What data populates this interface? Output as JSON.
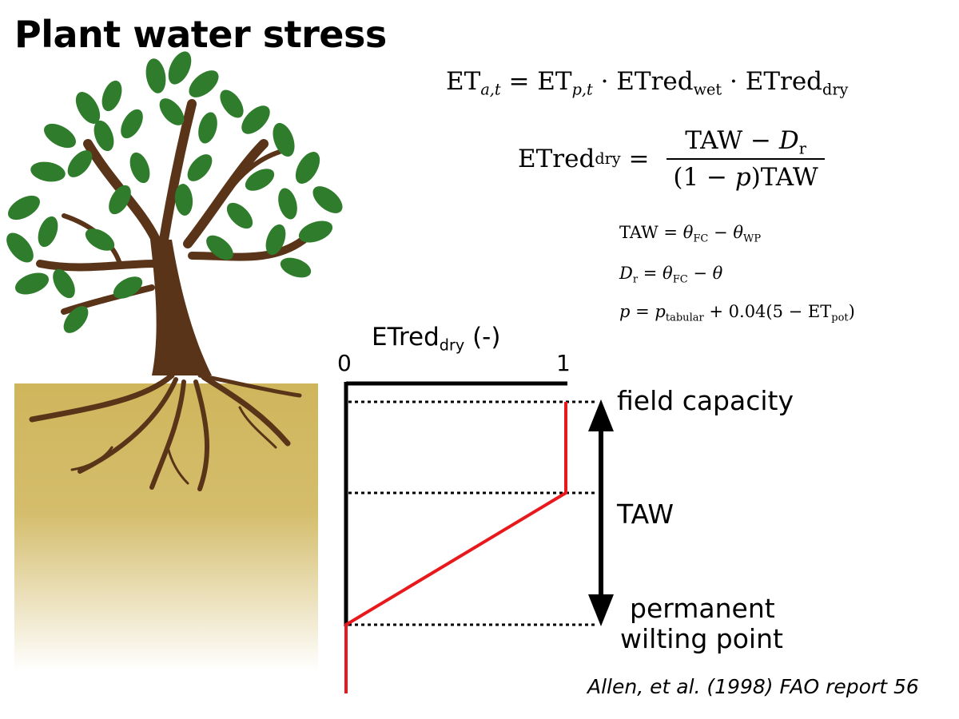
{
  "title": "Plant water stress",
  "equations": {
    "et_actual": {
      "lhs": "ET",
      "lhs_sub": "a,t",
      "eq": " = ",
      "t1": "ET",
      "t1_sub": "p,t",
      "dot1": " · ",
      "t2": "ETred",
      "t2_sub": "wet",
      "dot2": " · ",
      "t3": "ETred",
      "t3_sub": "dry"
    },
    "etred_dry": {
      "lhs": "ETred",
      "lhs_sub": "dry",
      "eq": " = ",
      "num_a": "TAW − ",
      "num_b": "D",
      "num_b_sub": "r",
      "den_a": "(1 − ",
      "den_b": "p",
      "den_c": ")TAW"
    },
    "taw": {
      "lhs": "TAW = ",
      "a": "θ",
      "a_sub": "FC",
      "minus": " − ",
      "b": "θ",
      "b_sub": "WP"
    },
    "dr": {
      "lhs": "D",
      "lhs_sub": "r",
      "eq": " = ",
      "a": "θ",
      "a_sub": "FC",
      "minus": " − ",
      "b": "θ"
    },
    "p": {
      "lhs": "p",
      "eq": " = ",
      "a": "p",
      "a_sub": "tabular",
      "rest": " + 0.04(5 − ET",
      "rest_sub": "pot",
      "close": ")"
    }
  },
  "diagram": {
    "axis_title": "ETred",
    "axis_title_sub": "dry",
    "axis_title_unit": " (-)",
    "tick_min": "0",
    "tick_max": "1",
    "labels": {
      "field_capacity": "field capacity",
      "taw": "TAW",
      "pwp_line1": "permanent",
      "pwp_line2": "wilting point"
    }
  },
  "citation": "Allen, et al. (1998) FAO report 56",
  "colors": {
    "soil": "#d2b85a",
    "trunk": "#5a3418",
    "leaf": "#2f7d2c",
    "curve": "#e8191d",
    "axis": "#000000"
  },
  "icons": [
    "tree-icon",
    "double-arrow-icon"
  ]
}
